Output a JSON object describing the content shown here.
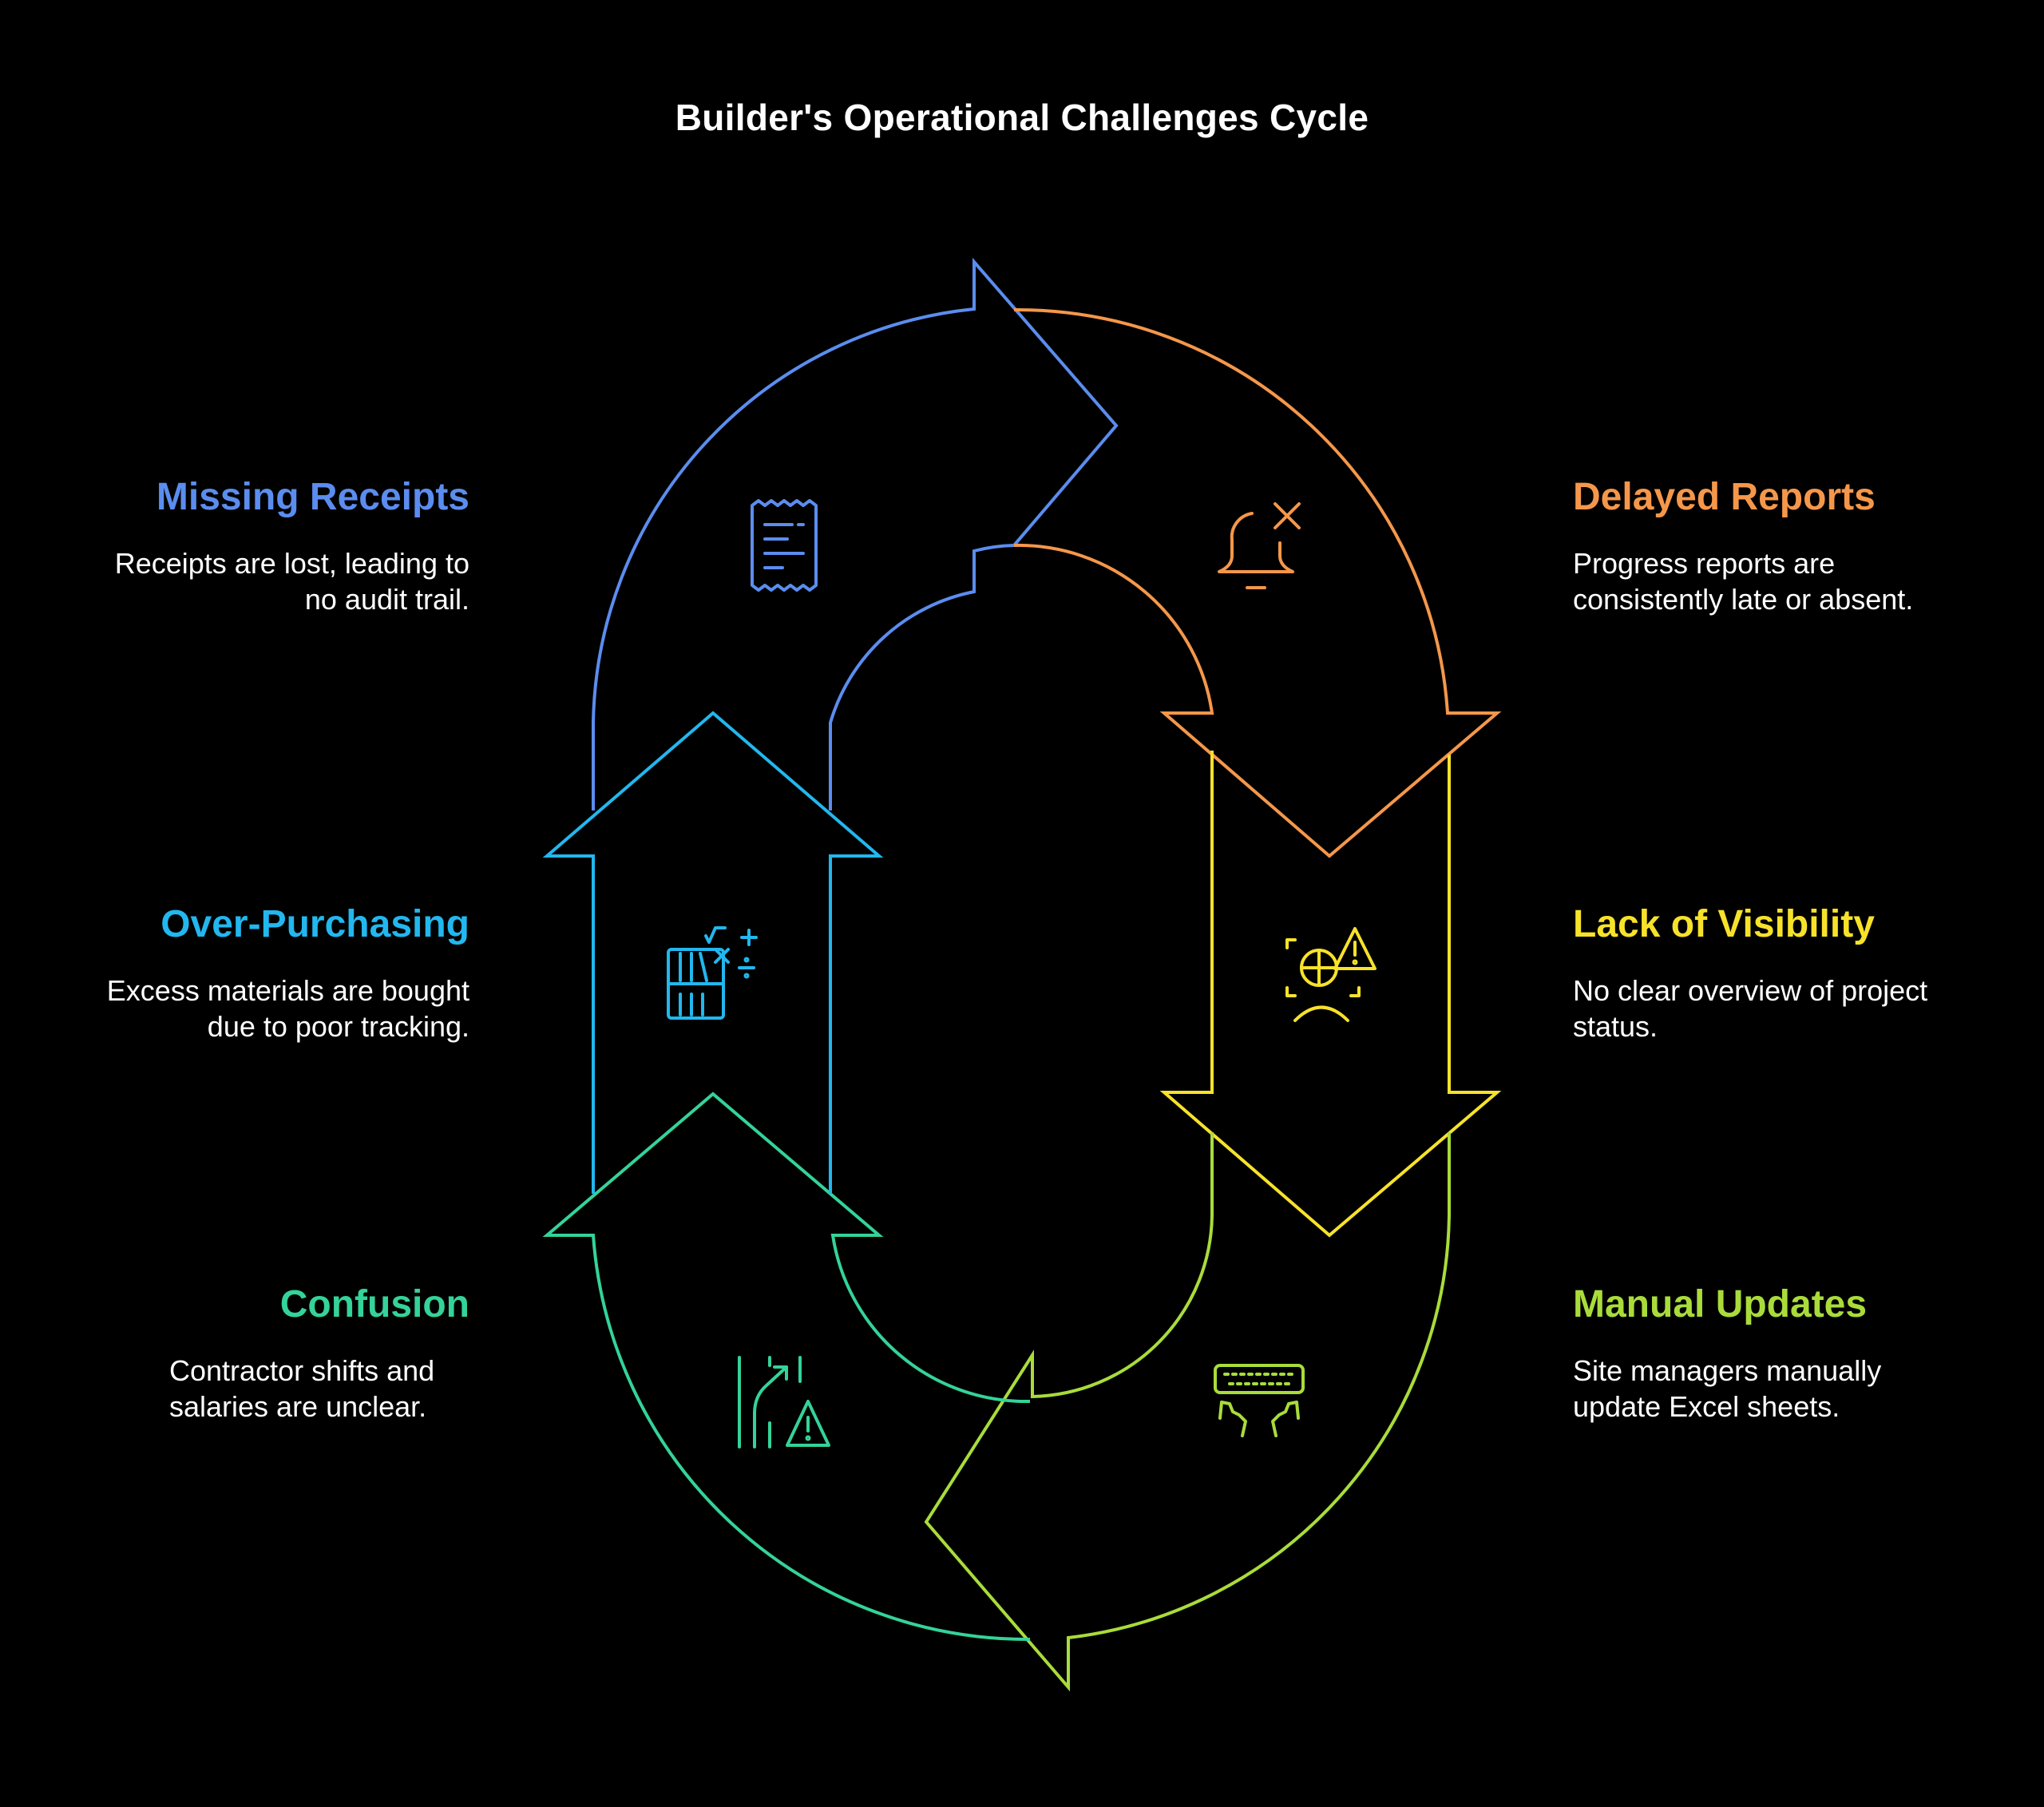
{
  "title": "Builder's Operational Challenges Cycle",
  "colors": {
    "background": "#000000",
    "missing_receipts": "#5b8def",
    "delayed_reports": "#f5974a",
    "lack_of_visibility": "#f7e22a",
    "manual_updates": "#a9dc3a",
    "confusion": "#34d399",
    "over_purchasing": "#22b7ee"
  },
  "stages": [
    {
      "id": "missing_receipts",
      "heading": "Missing Receipts",
      "description": "Receipts are lost, leading to no audit trail.",
      "icon": "receipt-icon"
    },
    {
      "id": "delayed_reports",
      "heading": "Delayed Reports",
      "description": "Progress reports are consistently late or absent.",
      "icon": "bell-off-icon"
    },
    {
      "id": "lack_of_visibility",
      "heading": "Lack of Visibility",
      "description": "No clear overview of project status.",
      "icon": "chart-warning-icon"
    },
    {
      "id": "manual_updates",
      "heading": "Manual Updates",
      "description": "Site managers manually update Excel sheets.",
      "icon": "typing-keyboard-icon"
    },
    {
      "id": "confusion",
      "heading": "Confusion",
      "description": "Contractor shifts and salaries are unclear.",
      "icon": "path-warning-icon"
    },
    {
      "id": "over_purchasing",
      "heading": "Over-Purchasing",
      "description": "Excess materials are bought due to poor tracking.",
      "icon": "inventory-math-icon"
    }
  ]
}
